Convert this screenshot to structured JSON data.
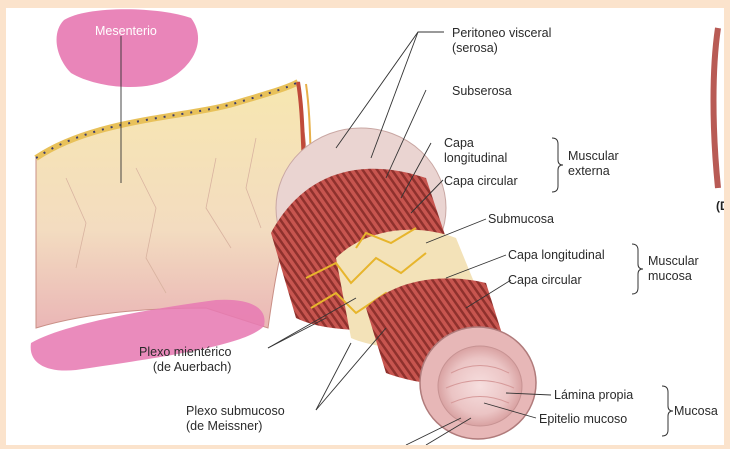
{
  "labels": {
    "mesenterio": "Mesenterio",
    "peritoneo": "Peritoneo visceral\n(serosa)",
    "subserosa": "Subserosa",
    "capa_longitudinal_ext": "Capa\nlongitudinal",
    "capa_circular_ext": "Capa circular",
    "muscular_externa": "Muscular\nexterna",
    "submucosa": "Submucosa",
    "capa_longitudinal_muc": "Capa longitudinal",
    "capa_circular_muc": "Capa circular",
    "muscular_mucosa": "Muscular\nmucosa",
    "plexo_mienterico": "Plexo mientérico\n(de Auerbach)",
    "plexo_submucoso": "Plexo submucoso\n(de Meissner)",
    "lamina_propia": "Lámina propia",
    "epitelio_mucoso": "Epitelio mucoso",
    "mucosa": "Mucosa",
    "side_tag": "(D"
  },
  "colors": {
    "background": "#fbe3cc",
    "highlight_pink": "#e77bb3",
    "fat": "#f6e3a8",
    "muscle": "#c85a55",
    "muscle_dark": "#9c3a36",
    "serosa": "#ead2cf",
    "mucosa": "#f1d4d4",
    "nerve": "#f2c23a"
  }
}
